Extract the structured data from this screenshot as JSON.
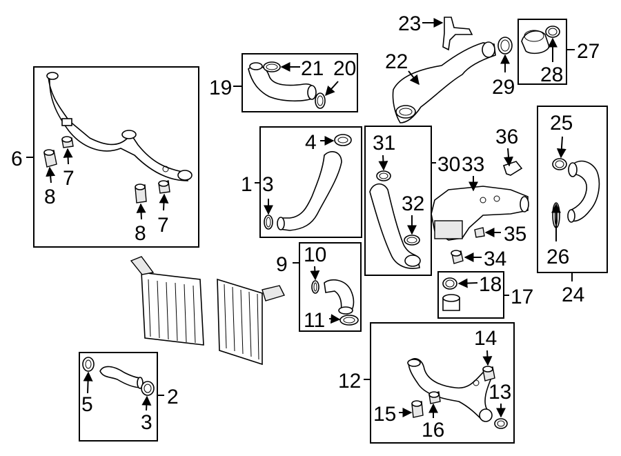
{
  "callouts": {
    "c1": "1",
    "c2": "2",
    "c3a": "3",
    "c3b": "3",
    "c4": "4",
    "c5": "5",
    "c6": "6",
    "c7a": "7",
    "c7b": "7",
    "c8a": "8",
    "c8b": "8",
    "c9": "9",
    "c10": "10",
    "c11": "11",
    "c12": "12",
    "c13": "13",
    "c14": "14",
    "c15": "15",
    "c16": "16",
    "c17": "17",
    "c18": "18",
    "c19": "19",
    "c20": "20",
    "c21": "21",
    "c22": "22",
    "c23": "23",
    "c24": "24",
    "c25": "25",
    "c26": "26",
    "c27": "27",
    "c28": "28",
    "c29": "29",
    "c30": "30",
    "c31": "31",
    "c32": "32",
    "c33": "33",
    "c34": "34",
    "c35": "35",
    "c36": "36"
  }
}
